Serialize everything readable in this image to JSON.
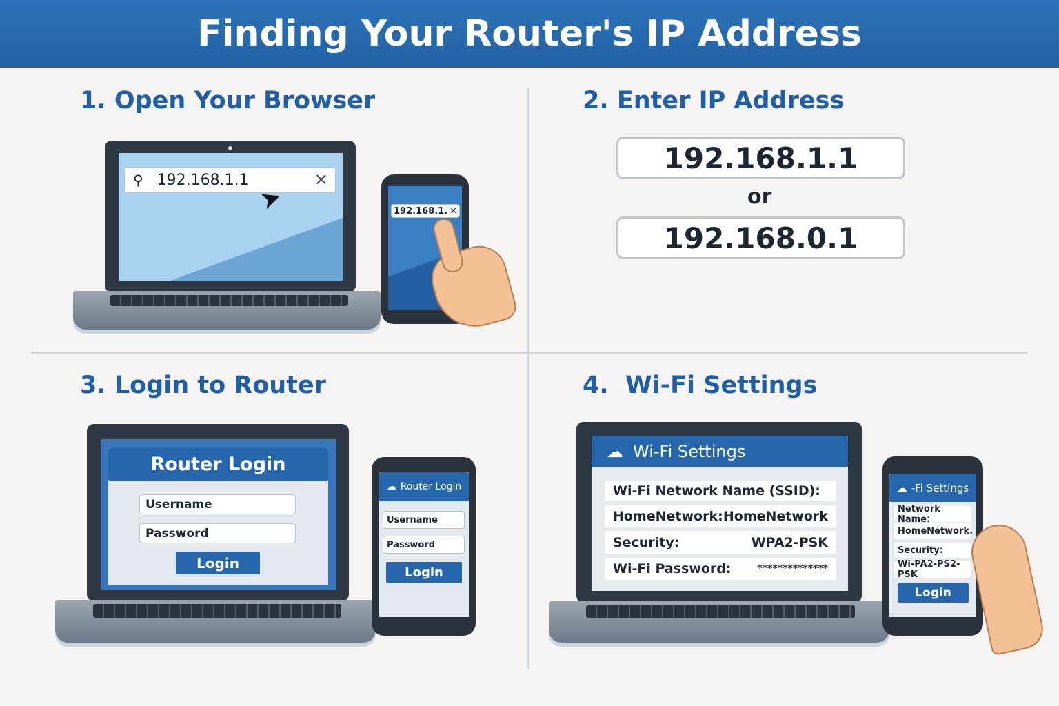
{
  "title": "Finding Your Router's IP Address",
  "colors": {
    "header": "#2469ae",
    "accent": "#1f5fa8",
    "background": "#f6f4f2"
  },
  "step1": {
    "heading": "1. Open Your Browser",
    "laptop_url": "192.168.1.1",
    "phone_url": "192.168.1.",
    "icons": [
      "search-icon",
      "close-icon",
      "cursor-icon",
      "hand-icon"
    ]
  },
  "step2": {
    "heading": "2. Enter IP Address",
    "ip_primary": "192.168.1.1",
    "separator": "or",
    "ip_alternate": "192.168.0.1"
  },
  "step3": {
    "heading": "3. Login to Router",
    "laptop": {
      "title": "Router Login",
      "username": "Username",
      "password": "Password",
      "login": "Login"
    },
    "phone": {
      "title": "Router Login",
      "username": "Username",
      "password": "Password",
      "login": "Login"
    }
  },
  "step4": {
    "heading": "4.  Wi-Fi Settings",
    "laptop": {
      "title": "Wi-Fi Settings",
      "rows": [
        {
          "label": "Wi-Fi Network Name (SSID):",
          "value": ""
        },
        {
          "label": "HomeNetwork:",
          "value": "HomeNetwork"
        },
        {
          "label": "Security:",
          "value": "WPA2-PSK"
        },
        {
          "label": "Wi-Fi Password:",
          "value": "**************"
        }
      ]
    },
    "phone": {
      "title": "-Fi Settings",
      "rows": [
        "Network Name:",
        "HomeNetwork.",
        "Security:",
        "Wi-PA2-PS2-PSK"
      ],
      "login": "Login"
    }
  }
}
